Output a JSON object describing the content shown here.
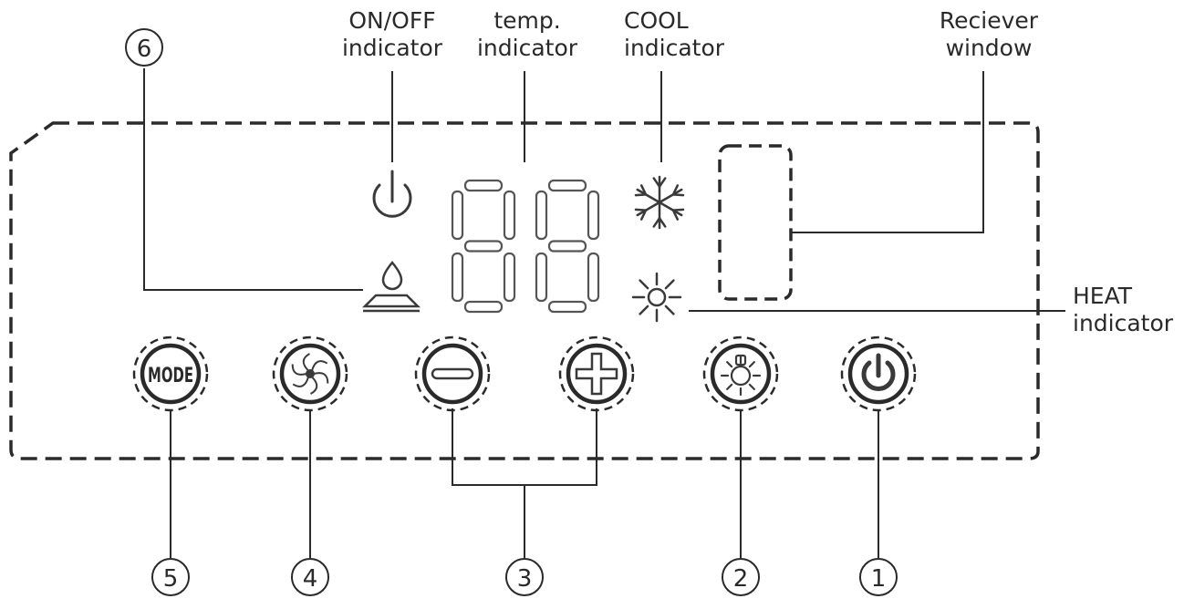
{
  "labels": {
    "on_off": [
      "ON/OFF",
      "indicator"
    ],
    "temp": [
      "temp.",
      "indicator"
    ],
    "cool": [
      "COOL",
      "indicator"
    ],
    "receiver": [
      "Reciever",
      "window"
    ],
    "heat": [
      "HEAT",
      "indicator"
    ]
  },
  "buttons": {
    "mode": "MODE"
  },
  "callouts": [
    "1",
    "2",
    "3",
    "4",
    "5",
    "6"
  ],
  "colors": {
    "line": "#2a2a2a",
    "segment": "#555555",
    "background": "#ffffff"
  }
}
